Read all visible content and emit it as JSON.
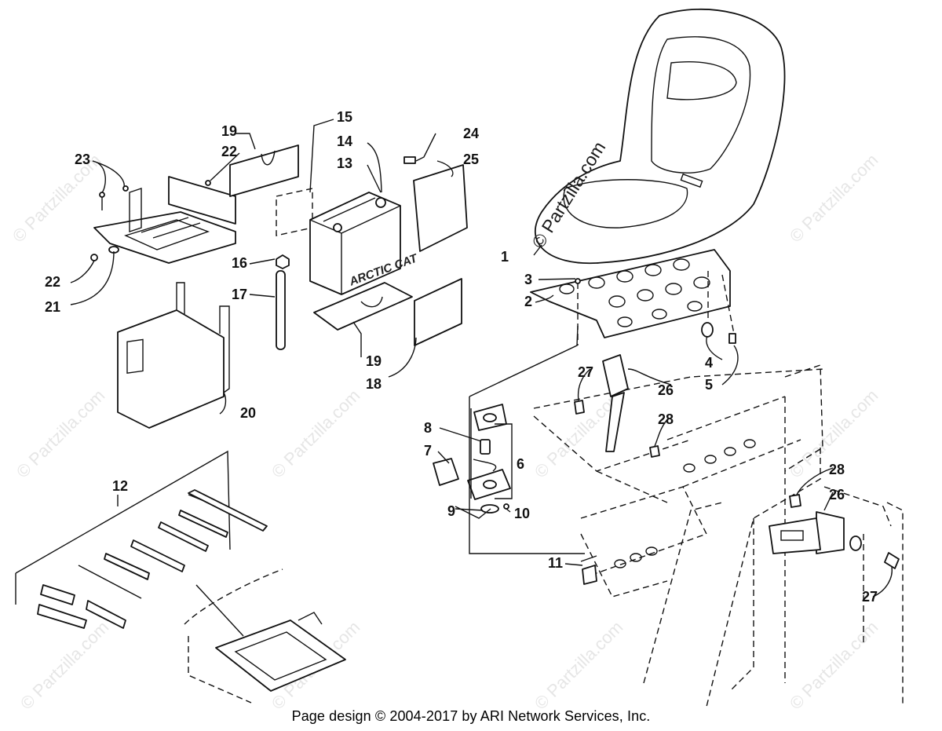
{
  "footer": "Page design © 2004-2017 by ARI Network Services, Inc.",
  "watermark": "© Partzilla.com",
  "battery_brand": "ARCTIC CAT",
  "callouts": {
    "c1": "1",
    "c2": "2",
    "c3": "3",
    "c4": "4",
    "c5": "5",
    "c6": "6",
    "c7": "7",
    "c8": "8",
    "c9": "9",
    "c10": "10",
    "c11": "11",
    "c12": "12",
    "c13": "13",
    "c14": "14",
    "c15": "15",
    "c16": "16",
    "c17": "17",
    "c18": "18",
    "c19a": "19",
    "c19b": "19",
    "c20": "20",
    "c21": "21",
    "c22a": "22",
    "c22b": "22",
    "c23": "23",
    "c24": "24",
    "c25": "25",
    "c26a": "26",
    "c26b": "26",
    "c27a": "27",
    "c27b": "27",
    "c28a": "28",
    "c28b": "28"
  }
}
